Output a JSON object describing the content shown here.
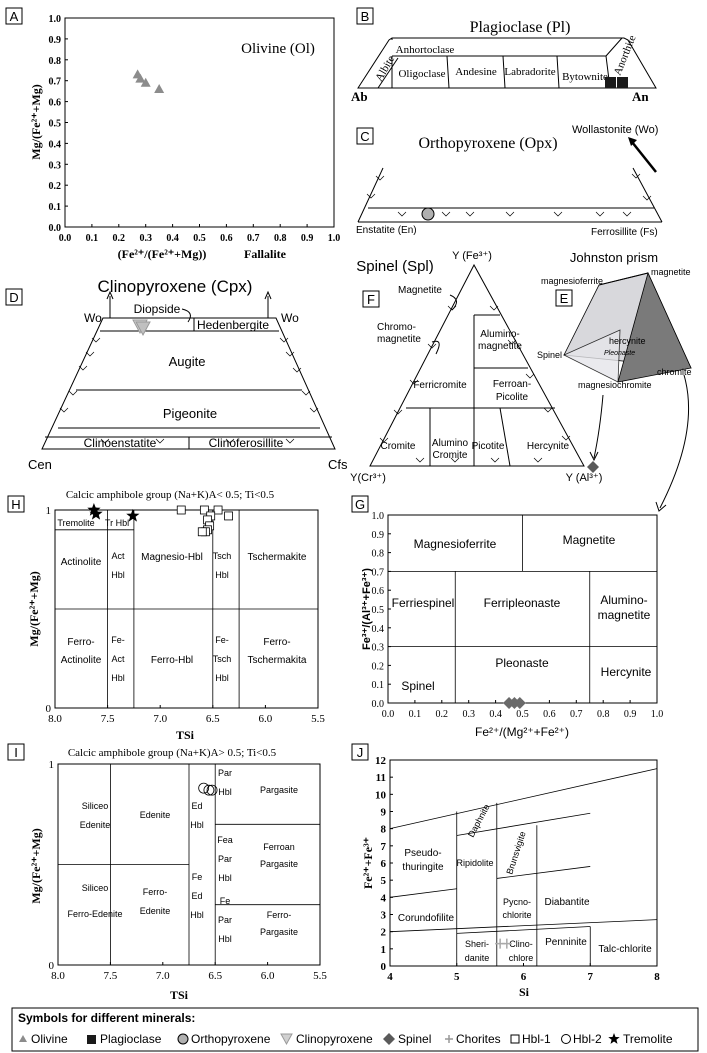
{
  "panels": {
    "A": {
      "letter": "A",
      "title": "Olivine (Ol)",
      "ylabel": "Mg/(Fe²⁺+Mg)",
      "xlabel": "(Fe²⁺/(Fe²⁺+Mg))",
      "xlabel2": "Fallalite",
      "xticks": [
        "0.0",
        "0.1",
        "0.2",
        "0.3",
        "0.4",
        "0.5",
        "0.6",
        "0.7",
        "0.8",
        "0.9",
        "1.0"
      ],
      "yticks": [
        "0.0",
        "0.1",
        "0.2",
        "0.3",
        "0.4",
        "0.5",
        "0.6",
        "0.7",
        "0.8",
        "0.9",
        "1.0"
      ]
    },
    "B": {
      "letter": "B",
      "title": "Plagioclase (Pl)",
      "left": "Ab",
      "right": "An",
      "fields": [
        "Albite",
        "Anhortoclase",
        "Oligoclase",
        "Andesine",
        "Labradorite",
        "Bytownite",
        "Anorthite"
      ]
    },
    "C": {
      "letter": "C",
      "title": "Orthopyroxene (Opx)",
      "wo": "Wollastonite (Wo)",
      "en": "Enstatite (En)",
      "fs": "Ferrosillite (Fs)"
    },
    "D": {
      "letter": "D",
      "title": "Clinopyroxene (Cpx)",
      "wo_l": "Wo",
      "wo_r": "Wo",
      "cen": "Cen",
      "cfs": "Cfs",
      "fields": [
        "Diopside",
        "Hedenbergite",
        "Augite",
        "Pigeonite",
        "Clinoenstatite",
        "Clinoferosillite"
      ]
    },
    "E": {
      "letter": "E",
      "title": "Johnston prism",
      "labels": [
        "magnesioferrite",
        "magnetite",
        "Spinel",
        "hercynite",
        "Pleonaste",
        "chromite",
        "magnesiochromite"
      ]
    },
    "F": {
      "letter": "F",
      "title": "Spinel (Spl)",
      "top": "Y (Fe³⁺)",
      "bl": "Y(Cr³⁺)",
      "br": "Y (Al³⁺)",
      "fields": [
        "Magnetite",
        "Chromo-",
        "magnetite",
        "Alumino-",
        "magnetite",
        "Ferricromite",
        "Ferroan-",
        "Picolite",
        "Cromite",
        "Alumino",
        "Cromite",
        "Picotite",
        "Hercynite"
      ]
    },
    "G": {
      "letter": "G",
      "ylabel": "Fe³⁺/(Al³⁺+Fe³⁺)",
      "xlabel": "Fe²⁺/(Mg²⁺+Fe²⁺)",
      "ticks": [
        "0.0",
        "0.1",
        "0.2",
        "0.3",
        "0.4",
        "0.5",
        "0.6",
        "0.7",
        "0.8",
        "0.9",
        "1.0"
      ],
      "fields": [
        "Magnesioferrite",
        "Magnetite",
        "Ferriespinel",
        "Ferripleonaste",
        "Alumino-",
        "magnetite",
        "Pleonaste",
        "Spinel",
        "Hercynite"
      ]
    },
    "H": {
      "letter": "H",
      "title": "Calcic amphibole group (Na+K)A< 0.5; Ti<0.5",
      "ylabel": "Mg/(Fe²⁺+Mg)",
      "xlabel": "TSi",
      "xticks": [
        "8.0",
        "7.5",
        "7.0",
        "6.5",
        "6.0",
        "5.5"
      ],
      "yticks": [
        "0",
        "1"
      ],
      "fields": [
        "Tremolite",
        "Tr Hbl",
        "Actinolite",
        "Act",
        "Hbl",
        "Magnesio-Hbl",
        "Tsch",
        "Hbl",
        "Tschermakite",
        "Ferro-",
        "Actinolite",
        "Fe-",
        "Act",
        "Hbl",
        "Ferro-Hbl",
        "Fe-",
        "Tsch",
        "Hbl",
        "Ferro-",
        "Tschermakita"
      ]
    },
    "I": {
      "letter": "I",
      "title": "Calcic amphibole group (Na+K)A> 0.5; Ti<0.5",
      "ylabel": "Mg/(Fe²⁺+Mg)",
      "xlabel": "TSi",
      "xticks": [
        "8.0",
        "7.5",
        "7.0",
        "6.5",
        "6.0",
        "5.5"
      ],
      "yticks": [
        "0",
        "1"
      ],
      "fields": [
        "Siliceo",
        "Edenite",
        "Edenite",
        "Ed",
        "Hbl",
        "Par",
        "Hbl",
        "Pargasite",
        "Fea",
        "Par",
        "Hbl",
        "Ferroan",
        "Pargasite",
        "Siliceo",
        "Ferro-Edenite",
        "Ferro-",
        "Edenite",
        "Fe",
        "Ed",
        "Hbl",
        "Fe",
        "Par",
        "Hbl",
        "Ferro-",
        "Pargasite"
      ]
    },
    "J": {
      "letter": "J",
      "ylabel": "Fe²⁺+Fe³⁺",
      "xlabel": "Si",
      "xticks": [
        "4",
        "5",
        "6",
        "7",
        "8"
      ],
      "yticks": [
        "0",
        "1",
        "2",
        "3",
        "4",
        "5",
        "6",
        "7",
        "8",
        "9",
        "10",
        "11",
        "12"
      ],
      "fields": [
        "Pseudo-",
        "thuringite",
        "Daphnite",
        "Ripidolite",
        "Brunsvigite",
        "Pycno-",
        "chlorite",
        "Diabantite",
        "Corundofilite",
        "Sheri-",
        "danite",
        "Clino-",
        "chlore",
        "Penninite",
        "Talc-chlorite"
      ]
    }
  },
  "legend": {
    "title": "Symbols for different minerals:",
    "items": [
      "Olivine",
      "Plagioclase",
      "Orthopyroxene",
      "Clinopyroxene",
      "Spinel",
      "Chorites",
      "Hbl-1",
      "Hbl-2",
      "Tremolite"
    ]
  },
  "colors": {
    "olivine": "#8c8c8c",
    "plagioclase": "#1a1a1a",
    "opx": "#b0b0b0",
    "cpx": "#c8c8c8",
    "spinel": "#6a6a6a",
    "chlorite": "#aaaaaa"
  },
  "chart_data": [
    {
      "panel": "A",
      "type": "scatter",
      "series": [
        {
          "name": "Olivine",
          "x": [
            0.27,
            0.28,
            0.3,
            0.35
          ],
          "y": [
            0.73,
            0.71,
            0.69,
            0.66
          ]
        }
      ],
      "xlim": [
        0,
        1
      ],
      "ylim": [
        0,
        1
      ]
    },
    {
      "panel": "G",
      "type": "scatter",
      "series": [
        {
          "name": "Spinel",
          "x": [
            0.45,
            0.47,
            0.49
          ],
          "y": [
            0.0,
            0.0,
            0.0
          ]
        }
      ],
      "xlim": [
        0,
        1
      ],
      "ylim": [
        0,
        1
      ]
    },
    {
      "panel": "H",
      "type": "scatter",
      "xlim": [
        8.0,
        5.5
      ],
      "ylim": [
        0,
        1
      ],
      "series": [
        {
          "name": "Tremolite",
          "x": [
            7.63,
            7.61,
            7.26
          ],
          "y": [
            1.0,
            0.98,
            0.97
          ]
        },
        {
          "name": "Hbl-1",
          "x": [
            6.8,
            6.58,
            6.45,
            6.52,
            6.55,
            6.53,
            6.55,
            6.57,
            6.35,
            6.6
          ],
          "y": [
            1.0,
            1.0,
            1.0,
            0.97,
            0.95,
            0.92,
            0.9,
            0.89,
            0.97,
            0.89
          ]
        }
      ]
    },
    {
      "panel": "I",
      "type": "scatter",
      "xlim": [
        8.0,
        5.5
      ],
      "ylim": [
        0,
        1
      ],
      "series": [
        {
          "name": "Hbl-2",
          "x": [
            6.61,
            6.56,
            6.53
          ],
          "y": [
            0.88,
            0.87,
            0.87
          ]
        }
      ]
    },
    {
      "panel": "J",
      "type": "scatter",
      "xlim": [
        4,
        8
      ],
      "ylim": [
        0,
        12
      ],
      "series": [
        {
          "name": "Chorites",
          "x": [
            5.65,
            5.75
          ],
          "y": [
            1.3,
            1.3
          ]
        }
      ]
    }
  ]
}
